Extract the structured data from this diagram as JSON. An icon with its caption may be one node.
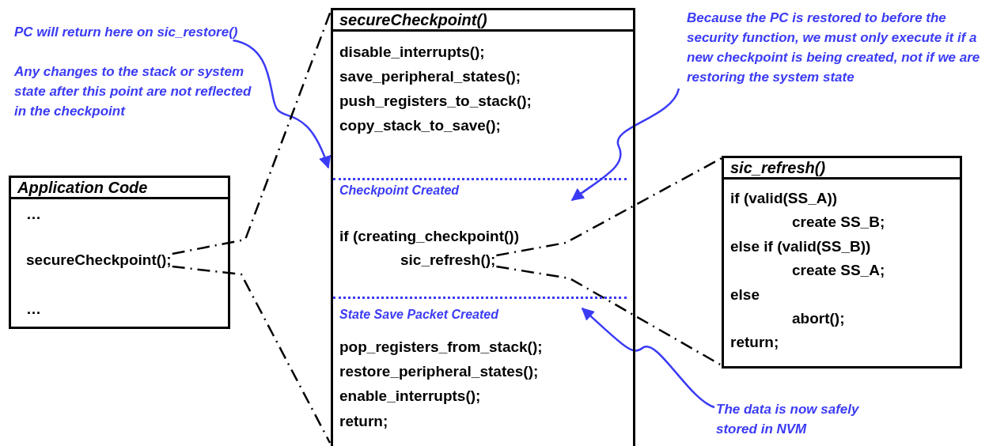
{
  "diagram": {
    "nodes": [
      {
        "text": [
          "PC will return here on sic_restore()"
        ]
      },
      {
        "text": [
          "secureCheckpoint()",
          "disable_interrupts();",
          "save_peripheral_states();",
          "push_registers_to_stack();",
          "copy_stack_to_save();",
          "Checkpoint Created",
          "if (creating_checkpoint())",
          "State Save Packet Created",
          "pop_registers_from_stack();",
          "restore_peripheral_states();",
          "enable_interrupts();",
          "return;"
        ]
      },
      {
        "text": [
          "sic_refresh();"
        ],
        "in": 1
      },
      {
        "text": [
          "Because the PC is restored to before the security function, we must only execute it if a new checkpoint is being created, not if we are restoring the system state"
        ]
      },
      {
        "text": [
          "Application Code",
          "…",
          "…"
        ]
      },
      {
        "text": [
          "secureCheckpoint();"
        ],
        "in": 4
      },
      {
        "text": [
          "sic_refresh()",
          "if (valid(SS_A))",
          "create SS_B;",
          "else if (valid(SS_B))",
          "create SS_A;",
          "else",
          "abort();",
          "return;"
        ]
      },
      {
        "text": [
          "The data is now safely stored in NVM"
        ]
      }
    ],
    "edges": [
      {
        "from": 0,
        "to": 1,
        "arrow": "to",
        "color": "#3b3bf5"
      },
      {
        "from": 3,
        "to": 1,
        "arrow": "to",
        "color": "#3b3bf5"
      },
      {
        "from": 7,
        "to": 1,
        "arrow": "to",
        "color": "#3b3bf5"
      },
      {
        "from": 5,
        "to": 1,
        "arrow": "none",
        "style": "dashed"
      },
      {
        "from": 5,
        "to": 1,
        "arrow": "none",
        "style": "dashed"
      },
      {
        "from": 2,
        "to": 6,
        "arrow": "none",
        "style": "dashed"
      },
      {
        "from": 2,
        "to": 6,
        "arrow": "none",
        "style": "dashed"
      }
    ],
    "labels": [
      "Any changes to the stack or system state after this point are not reflected in the checkpoint"
    ]
  }
}
